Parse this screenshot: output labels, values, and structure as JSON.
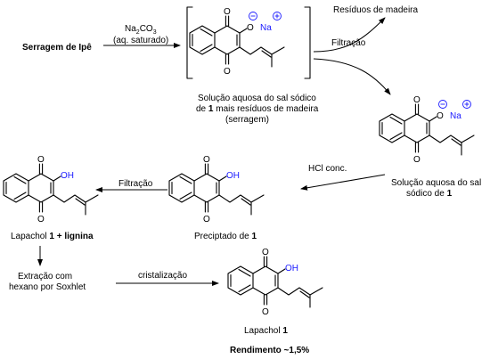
{
  "labels": {
    "start_material": "Serragem de Ipê",
    "reagent_base": "Na",
    "reagent_sub": "2",
    "reagent_co": "CO",
    "reagent_sub3": "3",
    "reagent_cond": "(aq. saturado)",
    "waste": "Resíduos de madeira",
    "filtration_1": "Filtração",
    "bracket_caption_1": "Solução aquosa do sal sódico",
    "bracket_caption_2a": "de ",
    "bracket_caption_2b": "1",
    "bracket_caption_2c": " mais resíduos de madeira",
    "bracket_caption_3": "(serragem)",
    "salt_caption_1": "Solução aquosa do sal",
    "salt_caption_2a": "sódico de ",
    "salt_caption_2b": "1",
    "hcl": "HCl conc.",
    "filtration_2": "Filtração",
    "precipitate_a": "Preciptado de ",
    "precipitate_b": "1",
    "lapachol_lignin_a": "Lapachol  ",
    "lapachol_lignin_b": "1 + lignina",
    "extraction_1": "Extração com",
    "extraction_2": "hexano por Soxhlet",
    "crystallization": "cristalização",
    "lapachol_a": "Lapachol  ",
    "lapachol_b": "1",
    "yield": "Rendimento ~1,5%"
  },
  "atoms": {
    "oxygen": "O",
    "hydroxyl": "OH",
    "sodium": "Na"
  },
  "colors": {
    "text": "#000000",
    "heteroatom_blue": "#1a1aff"
  }
}
